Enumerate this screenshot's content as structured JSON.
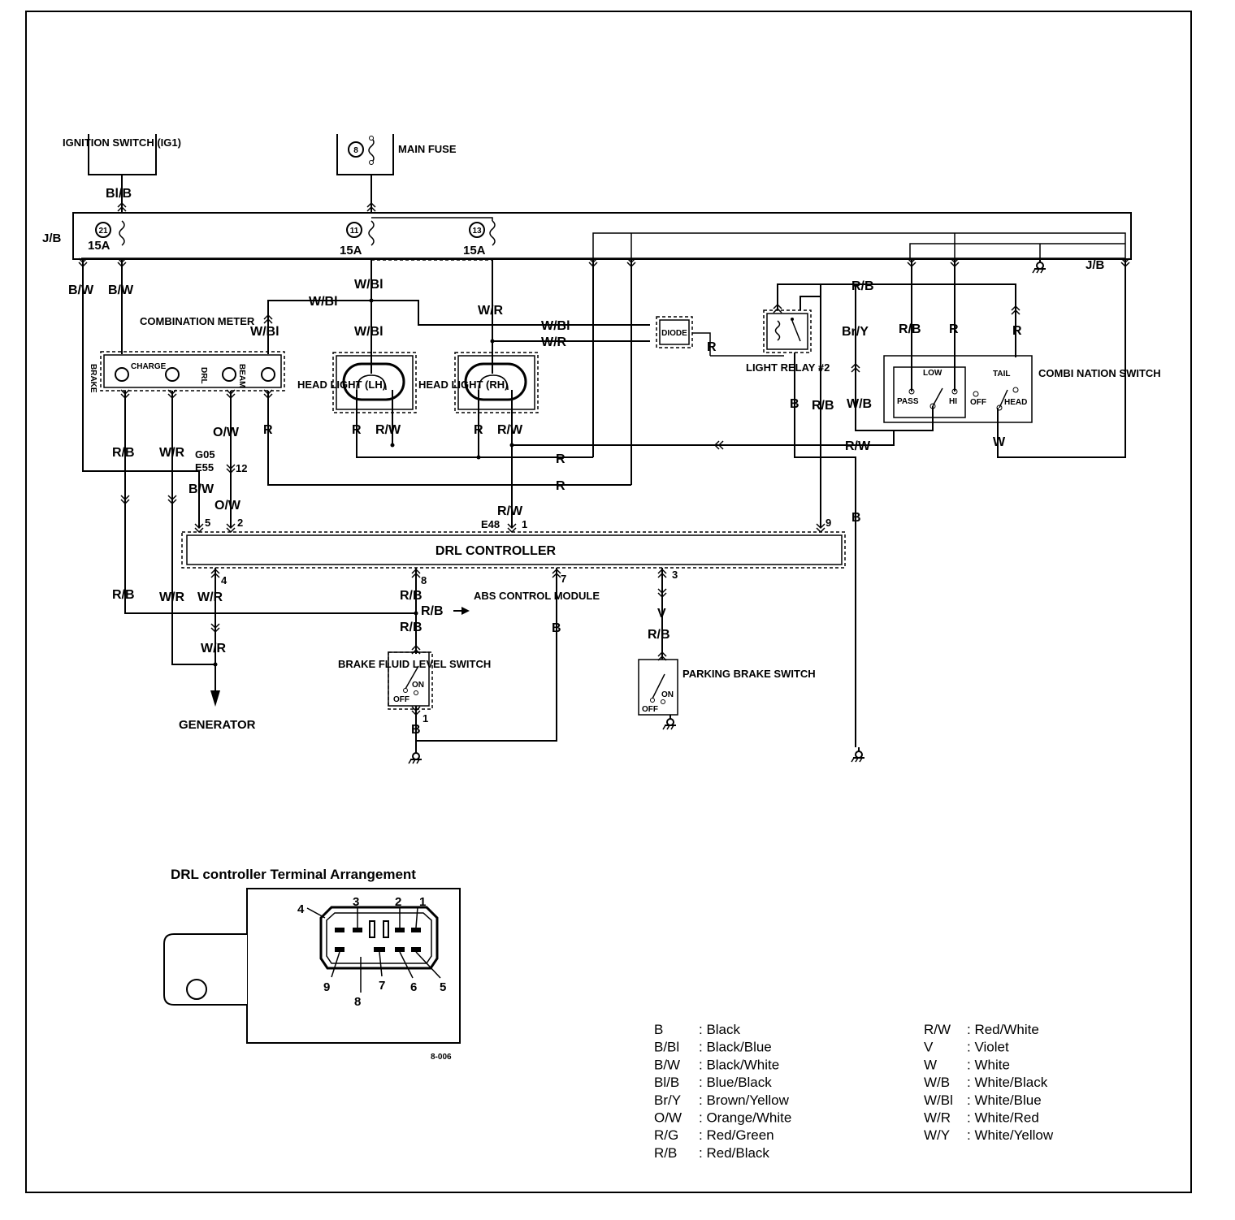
{
  "components": {
    "ignition_switch": "IGNITION SWITCH (IG1)",
    "main_fuse": "MAIN FUSE",
    "main_fuse_no": "8",
    "jb_left": "J/B",
    "jb_right": "J/B",
    "fuse_21": "21",
    "fuse_11": "11",
    "fuse_13": "13",
    "fuse_rating": "15A",
    "combination_meter": "COMBINATION METER",
    "meter_brake": "BRAKE",
    "meter_charge": "CHARGE",
    "meter_drl": "DRL",
    "meter_beam": "BEAM",
    "head_light_lh": "HEAD LIGHT (LH)",
    "head_light_rh": "HEAD LIGHT (RH)",
    "diode": "DIODE",
    "light_relay": "LIGHT RELAY #2",
    "combi_switch": "COMBI NATION SWITCH",
    "sw_low": "LOW",
    "sw_pass": "PASS",
    "sw_hi": "HI",
    "sw_tail": "TAIL",
    "sw_off": "OFF",
    "sw_head": "HEAD",
    "drl_controller": "DRL CONTROLLER",
    "abs_module": "ABS CONTROL MODULE",
    "brake_fluid_switch": "BRAKE FLUID LEVEL SWITCH",
    "parking_brake_switch": "PARKING BRAKE SWITCH",
    "sw_on": "ON",
    "generator": "GENERATOR",
    "conn_g05": "G05",
    "conn_e55": "E55",
    "conn_e48": "E48",
    "pin_12": "12",
    "pin_1": "1",
    "pin_2": "2",
    "pin_3": "3",
    "pin_4": "4",
    "pin_5": "5",
    "pin_7": "7",
    "pin_8": "8",
    "pin_9": "9"
  },
  "wires": {
    "bl_b": "Bl/B",
    "b_w": "B/W",
    "w_bl": "W/Bl",
    "w_r": "W/R",
    "r_b": "R/B",
    "r": "R",
    "r_w": "R/W",
    "o_w": "O/W",
    "br_y": "Br/Y",
    "w_b": "W/B",
    "b": "B",
    "v": "V",
    "w": "W"
  },
  "terminal_arrangement": {
    "title": "DRL controller Terminal Arrangement",
    "pins_top": [
      "4",
      "3",
      "2",
      "1"
    ],
    "pins_bottom": [
      "9",
      "8",
      "7",
      "6",
      "5"
    ],
    "figure_id": "8-006"
  },
  "legend": [
    {
      "code": "B",
      "name": ": Black"
    },
    {
      "code": "B/Bl",
      "name": ": Black/Blue"
    },
    {
      "code": "B/W",
      "name": ": Black/White"
    },
    {
      "code": "Bl/B",
      "name": ": Blue/Black"
    },
    {
      "code": "Br/Y",
      "name": ": Brown/Yellow"
    },
    {
      "code": "O/W",
      "name": ": Orange/White"
    },
    {
      "code": "R/G",
      "name": ": Red/Green"
    },
    {
      "code": "R/B",
      "name": ": Red/Black"
    },
    {
      "code": "R/W",
      "name": ": Red/White"
    },
    {
      "code": "V",
      "name": ": Violet"
    },
    {
      "code": "W",
      "name": ": White"
    },
    {
      "code": "W/B",
      "name": ": White/Black"
    },
    {
      "code": "W/Bl",
      "name": ": White/Blue"
    },
    {
      "code": "W/R",
      "name": ": White/Red"
    },
    {
      "code": "W/Y",
      "name": ": White/Yellow"
    }
  ]
}
